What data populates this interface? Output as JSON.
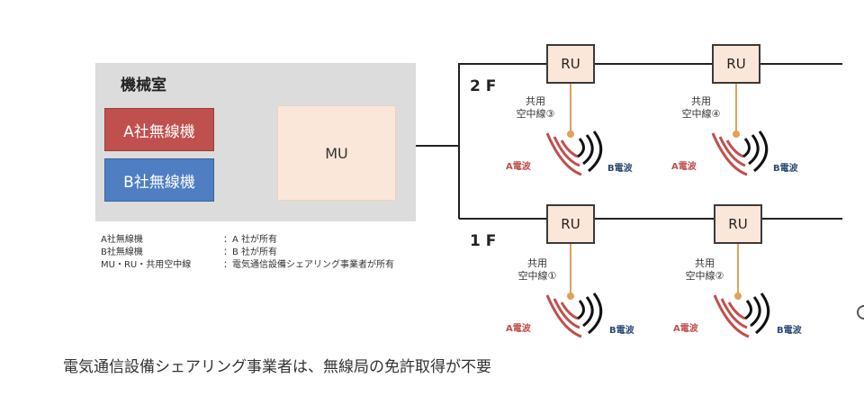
{
  "machine_room": {
    "title": "機械室",
    "radio_a": "A社無線機",
    "radio_b": "B社無線機",
    "mu": "MU"
  },
  "floors": {
    "upper": "2 F",
    "lower": "1 F"
  },
  "ru_label": "RU",
  "antennas": [
    {
      "line1": "共用",
      "line2": "空中線③"
    },
    {
      "line1": "共用",
      "line2": "空中線④"
    },
    {
      "line1": "共用",
      "line2": "空中線①"
    },
    {
      "line1": "共用",
      "line2": "空中線②"
    }
  ],
  "waves": {
    "a_label": "A電波",
    "b_label": "B電波",
    "a_color": "#c0504d",
    "b_color": "#2f4a78"
  },
  "legend": [
    {
      "key": "A社無線機",
      "value": "：A 社が所有"
    },
    {
      "key": "B社無線機",
      "value": "：B 社が所有"
    },
    {
      "key": "MU・RU・共用空中線",
      "value": "：電気通信設備シェアリング事業者が所有"
    }
  ],
  "caption": "電気通信設備シェアリング事業者は、無線局の免許取得が不要",
  "colors": {
    "radio_a": "#c0504d",
    "radio_b": "#4f7ec2",
    "unit_fill": "#fbe7d9",
    "room_fill": "#dcdcdc",
    "antenna_feed": "#e0a25a"
  }
}
